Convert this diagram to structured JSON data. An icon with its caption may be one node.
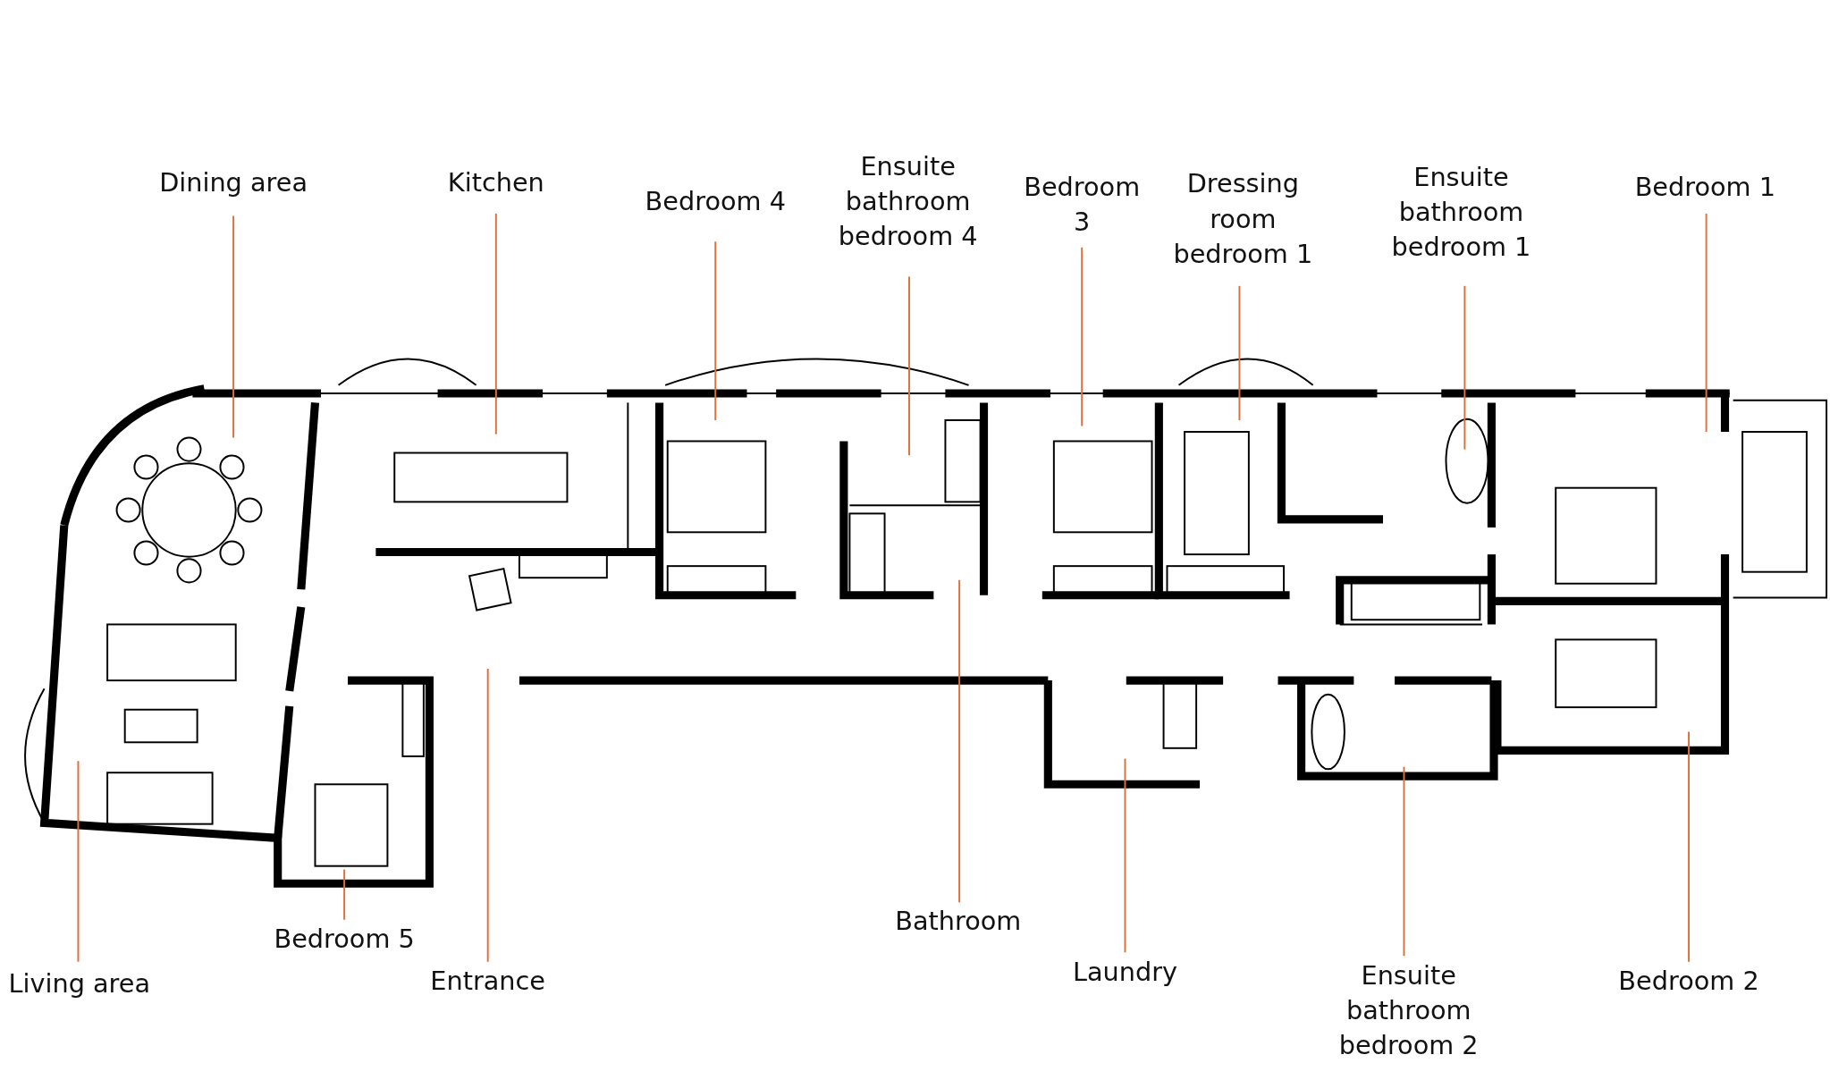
{
  "diagram": {
    "nodes": [
      {
        "text": [
          "Dining area"
        ]
      },
      {
        "text": [
          "Kitchen"
        ]
      },
      {
        "text": [
          "Bedroom 4"
        ]
      },
      {
        "text": [
          "Ensuite bathroom bedroom 4"
        ]
      },
      {
        "text": [
          "Bedroom 3"
        ]
      },
      {
        "text": [
          "Dressing room bedroom 1"
        ]
      },
      {
        "text": [
          "Ensuite bathroom bedroom 1"
        ]
      },
      {
        "text": [
          "Bedroom 1"
        ]
      },
      {
        "text": [
          "Living area"
        ]
      },
      {
        "text": [
          "Bedroom 5"
        ]
      },
      {
        "text": [
          "Entrance"
        ]
      },
      {
        "text": [
          "Bathroom"
        ]
      },
      {
        "text": [
          "Laundry"
        ]
      },
      {
        "text": [
          "Ensuite bathroom bedroom 2"
        ]
      },
      {
        "text": [
          "Bedroom 2"
        ]
      }
    ],
    "edges": [
      {
        "from": 0,
        "to": null,
        "arrow": "none"
      },
      {
        "from": 1,
        "to": null,
        "arrow": "none"
      },
      {
        "from": 2,
        "to": null,
        "arrow": "none"
      },
      {
        "from": 3,
        "to": null,
        "arrow": "none"
      },
      {
        "from": 4,
        "to": null,
        "arrow": "none"
      },
      {
        "from": 5,
        "to": null,
        "arrow": "none"
      },
      {
        "from": 6,
        "to": null,
        "arrow": "none"
      },
      {
        "from": 7,
        "to": null,
        "arrow": "none"
      },
      {
        "from": 8,
        "to": null,
        "arrow": "none"
      },
      {
        "from": 9,
        "to": null,
        "arrow": "none"
      },
      {
        "from": 10,
        "to": null,
        "arrow": "none"
      },
      {
        "from": 11,
        "to": null,
        "arrow": "none"
      },
      {
        "from": 12,
        "to": null,
        "arrow": "none"
      },
      {
        "from": 13,
        "to": null,
        "arrow": "none"
      },
      {
        "from": 14,
        "to": null,
        "arrow": "none"
      }
    ]
  }
}
